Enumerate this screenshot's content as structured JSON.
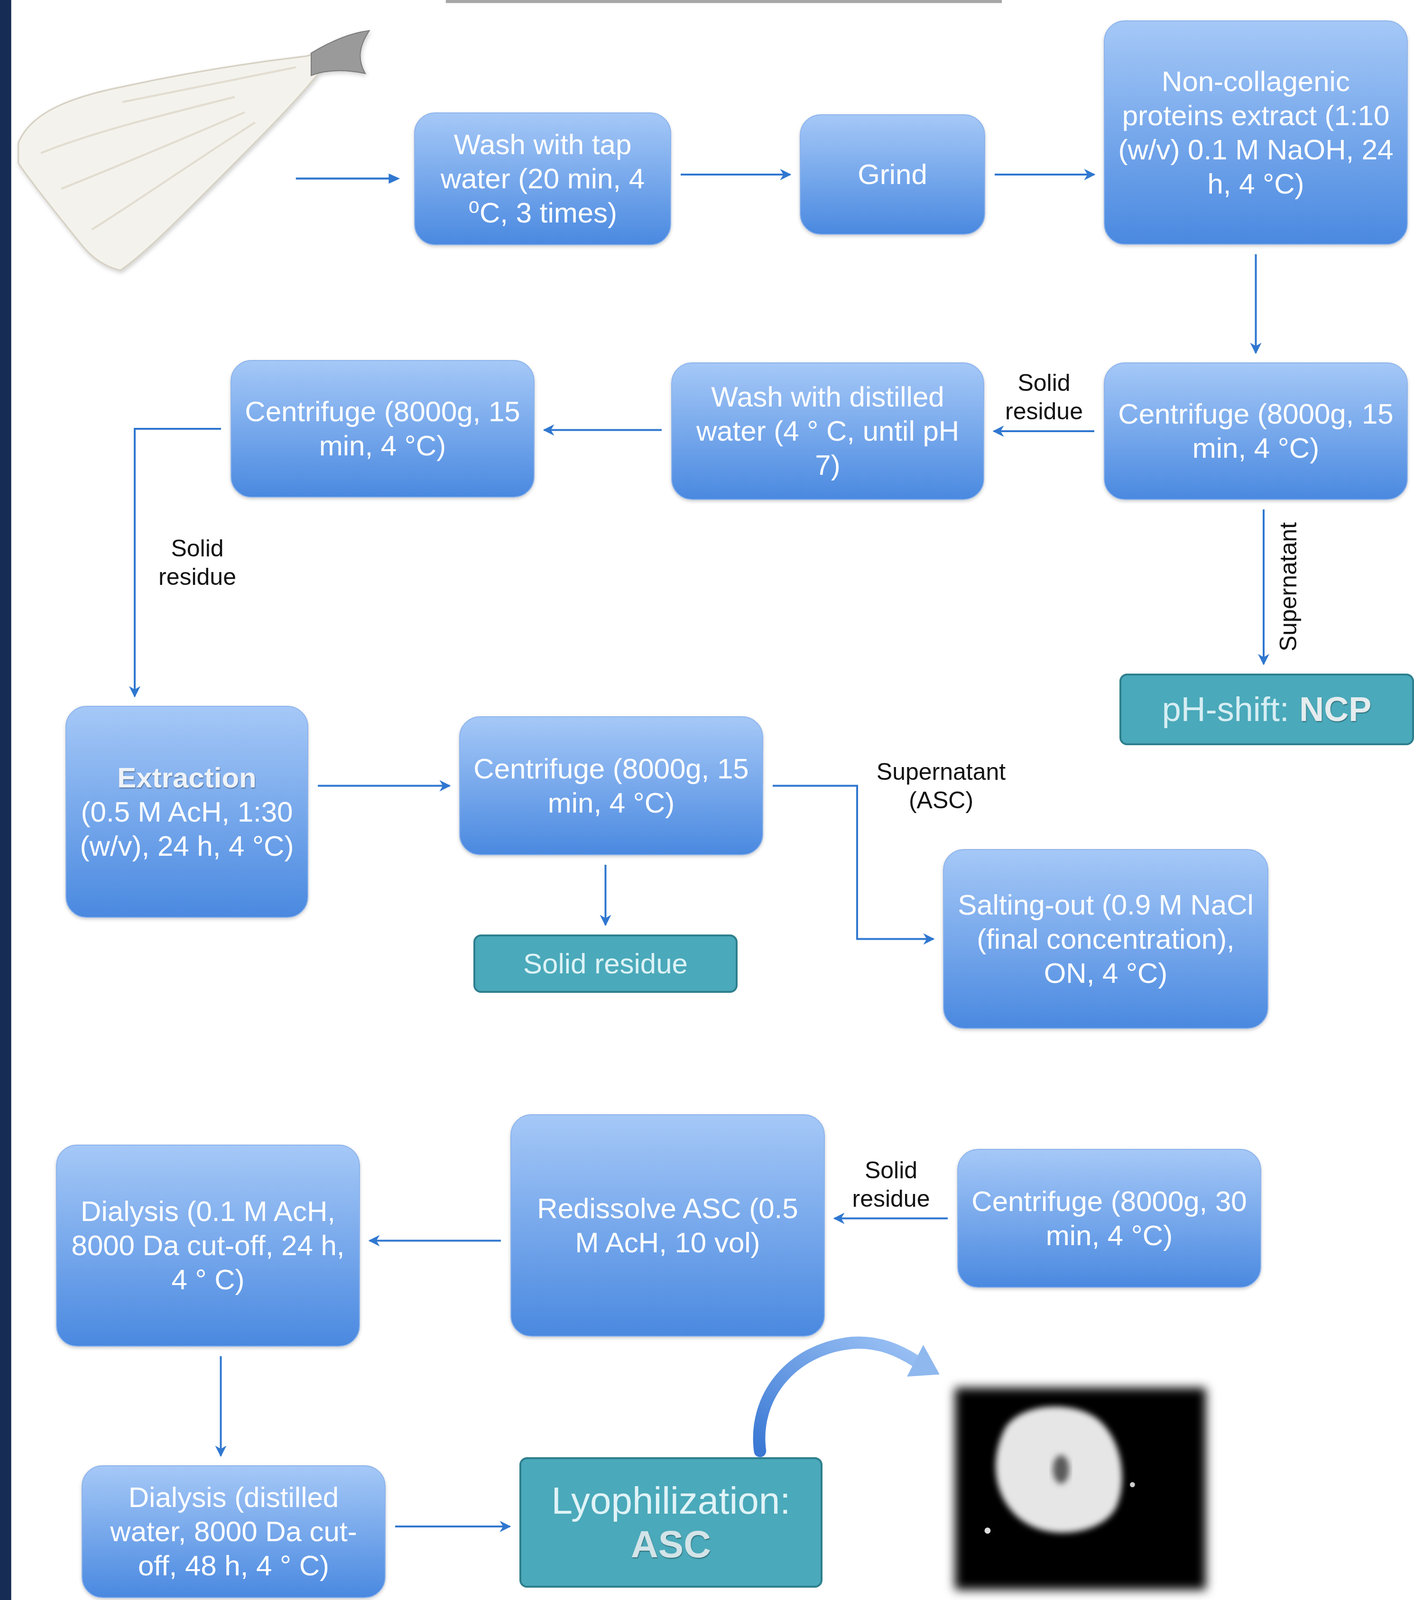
{
  "diagram": {
    "nodes": [
      {
        "text": [
          "Wash with tap water (20 min, 4 ⁰C, 3 times)"
        ]
      },
      {
        "text": [
          "Grind"
        ]
      },
      {
        "text": [
          "Non-collagenic proteins extract (1:10 (w/v) 0.1 M NaOH, 24 h, 4 °C)"
        ]
      },
      {
        "text": [
          "Centrifuge (8000g, 15 min, 4 °C)"
        ]
      },
      {
        "text": [
          "Wash with distilled water (4 ° C, until pH 7)"
        ]
      },
      {
        "text": [
          "Centrifuge (8000g, 15 min, 4 °C)"
        ]
      },
      {
        "text": [
          "pH-shift:",
          "NCP"
        ]
      },
      {
        "text": [
          "Extraction",
          "(0.5 M AcH, 1:30 (w/v), 24 h, 4 °C)"
        ]
      },
      {
        "text": [
          "Centrifuge (8000g, 15 min, 4 °C)"
        ]
      },
      {
        "text": [
          "Solid residue"
        ]
      },
      {
        "text": [
          "Salting-out (0.9 M NaCl (final concentration), ON, 4 °C)"
        ]
      },
      {
        "text": [
          "Centrifuge (8000g, 30 min, 4 °C)"
        ]
      },
      {
        "text": [
          "Redissolve ASC (0.5 M AcH, 10 vol)"
        ]
      },
      {
        "text": [
          "Dialysis (0.1 M AcH, 8000 Da cut-off, 24 h, 4 ° C)"
        ]
      },
      {
        "text": [
          "Dialysis (distilled water, 8000 Da cut-off, 48 h, 4 ° C)"
        ]
      },
      {
        "text": [
          "Lyophilization:",
          "ASC"
        ]
      }
    ],
    "edges": [
      {
        "from": 0,
        "to": 1,
        "arrow": "to"
      },
      {
        "from": 1,
        "to": 2,
        "arrow": "to"
      },
      {
        "from": 2,
        "to": 3,
        "arrow": "to"
      },
      {
        "from": 3,
        "to": 4,
        "label": "Solid residue",
        "arrow": "to"
      },
      {
        "from": 3,
        "to": 6,
        "label": "Supernatant",
        "arrow": "to"
      },
      {
        "from": 4,
        "to": 5,
        "arrow": "to"
      },
      {
        "from": 5,
        "to": 7,
        "label": "Solid residue",
        "arrow": "to"
      },
      {
        "from": 7,
        "to": 8,
        "arrow": "to"
      },
      {
        "from": 8,
        "to": 9,
        "arrow": "to"
      },
      {
        "from": 8,
        "to": 10,
        "label": "Supernatant (ASC)",
        "arrow": "to"
      },
      {
        "from": 11,
        "to": 12,
        "label": "Solid residue",
        "arrow": "to"
      },
      {
        "from": 12,
        "to": 13,
        "arrow": "to"
      },
      {
        "from": 13,
        "to": 14,
        "arrow": "to"
      },
      {
        "from": 14,
        "to": 15,
        "arrow": "to"
      }
    ]
  }
}
